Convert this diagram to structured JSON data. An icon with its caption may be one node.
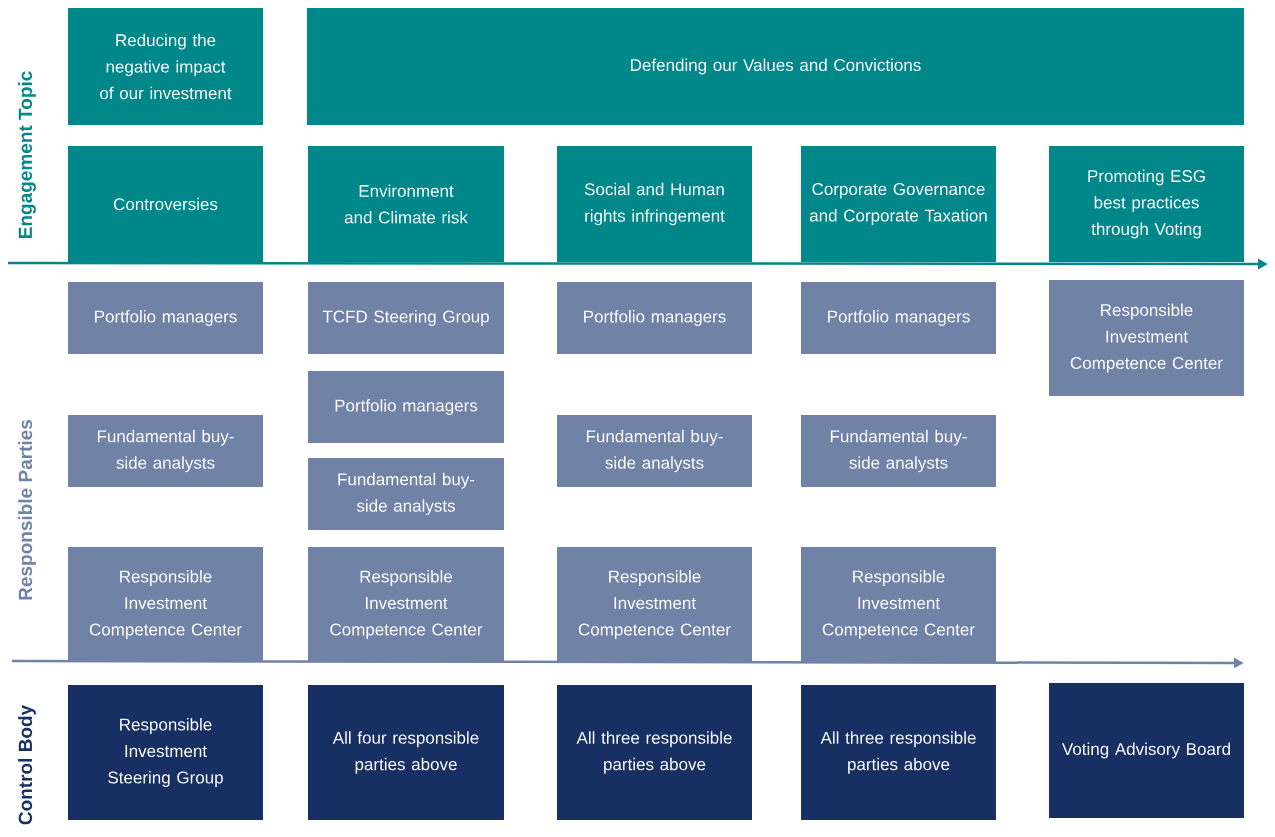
{
  "diagram": {
    "nodes": [
      {
        "text": [
          "Reducing the negative impact of our investment"
        ]
      },
      {
        "text": [
          "Defending our Values and Convictions"
        ]
      },
      {
        "text": [
          "Controversies"
        ]
      },
      {
        "text": [
          "Environment and Climate risk"
        ]
      },
      {
        "text": [
          "Social and Human rights infringement"
        ]
      },
      {
        "text": [
          "Corporate Governance and Corporate Taxation"
        ]
      },
      {
        "text": [
          "Promoting ESG best practices through Voting"
        ]
      },
      {
        "text": [
          "Portfolio managers"
        ]
      },
      {
        "text": [
          "TCFD Steering Group"
        ]
      },
      {
        "text": [
          "Portfolio managers"
        ]
      },
      {
        "text": [
          "Portfolio managers"
        ]
      },
      {
        "text": [
          "Responsible Investment Competence Center"
        ]
      },
      {
        "text": [
          "Portfolio managers"
        ]
      },
      {
        "text": [
          "Fundamental buy-side analysts"
        ]
      },
      {
        "text": [
          "Fundamental buy-side analysts"
        ]
      },
      {
        "text": [
          "Fundamental buy-side analysts"
        ]
      },
      {
        "text": [
          "Fundamental buy-side analysts"
        ]
      },
      {
        "text": [
          "Responsible Investment Competence Center"
        ]
      },
      {
        "text": [
          "Responsible Investment Competence Center"
        ]
      },
      {
        "text": [
          "Responsible Investment Competence Center"
        ]
      },
      {
        "text": [
          "Responsible Investment Competence Center"
        ]
      },
      {
        "text": [
          "Responsible Investment Steering Group"
        ]
      },
      {
        "text": [
          "All four responsible parties above"
        ]
      },
      {
        "text": [
          "All three responsible parties above"
        ]
      },
      {
        "text": [
          "All three responsible parties above"
        ]
      },
      {
        "text": [
          "Voting Advisory Board"
        ]
      }
    ],
    "labels": [
      "Engagement Topic",
      "Responsible Parties",
      "Control Body"
    ]
  }
}
